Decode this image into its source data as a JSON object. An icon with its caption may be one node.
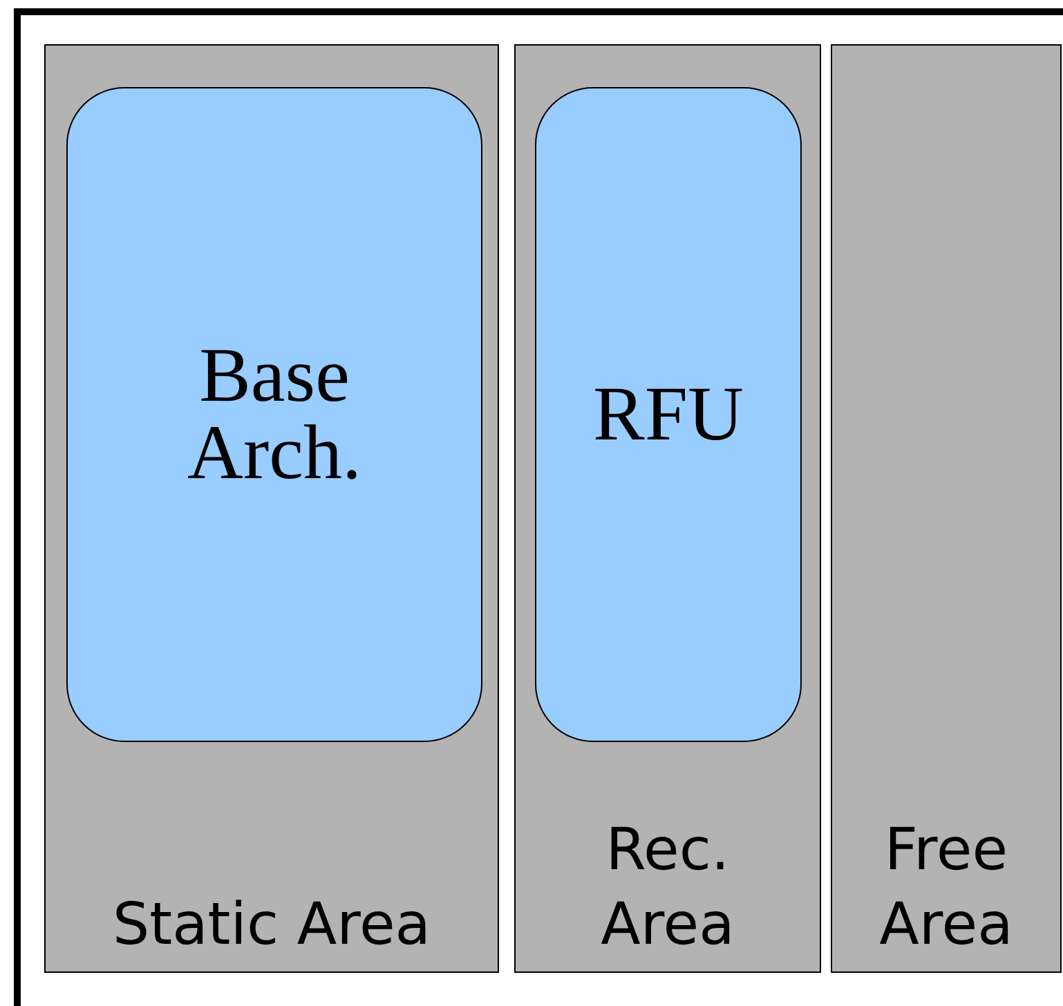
{
  "diagram": {
    "nodes": [
      {
        "text": [],
        "shape": "box"
      },
      {
        "text": [
          "Static Area"
        ],
        "in": 0
      },
      {
        "text": [
          "Base Arch."
        ],
        "in": 1
      },
      {
        "text": [
          "Rec. Area"
        ],
        "in": 0
      },
      {
        "text": [
          "RFU"
        ],
        "in": 3
      },
      {
        "text": [
          "Free Area"
        ],
        "in": 0
      }
    ]
  }
}
